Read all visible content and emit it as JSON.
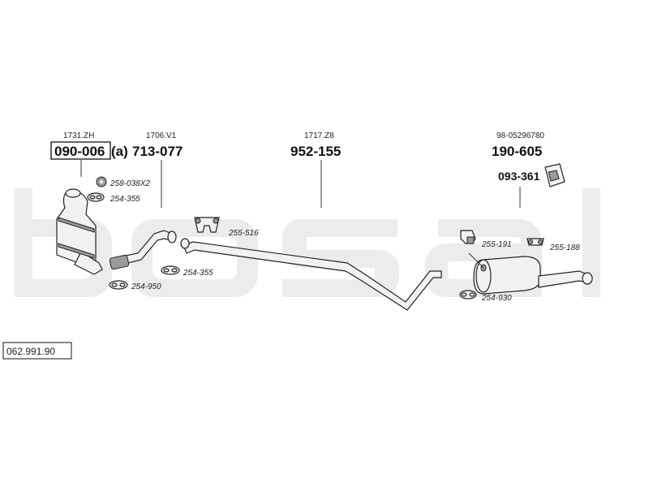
{
  "watermark": "bosal",
  "sections": [
    {
      "ref": "1731.ZH",
      "number": "090-006",
      "prefix": "(a)"
    },
    {
      "ref": "1706.V1",
      "number": "713-077"
    },
    {
      "ref": "1717.Z8",
      "number": "952-155"
    },
    {
      "ref": "98-05296780",
      "number": "190-605"
    }
  ],
  "extra_part": {
    "number": "093-361"
  },
  "fittings": [
    {
      "label": "258-038X2"
    },
    {
      "label": "254-355"
    },
    {
      "label": "255-516"
    },
    {
      "label": "254-355"
    },
    {
      "label": "254-950"
    },
    {
      "label": "255-191"
    },
    {
      "label": "255-188"
    },
    {
      "label": "254-930"
    }
  ],
  "catalog_number": "062.991.90"
}
